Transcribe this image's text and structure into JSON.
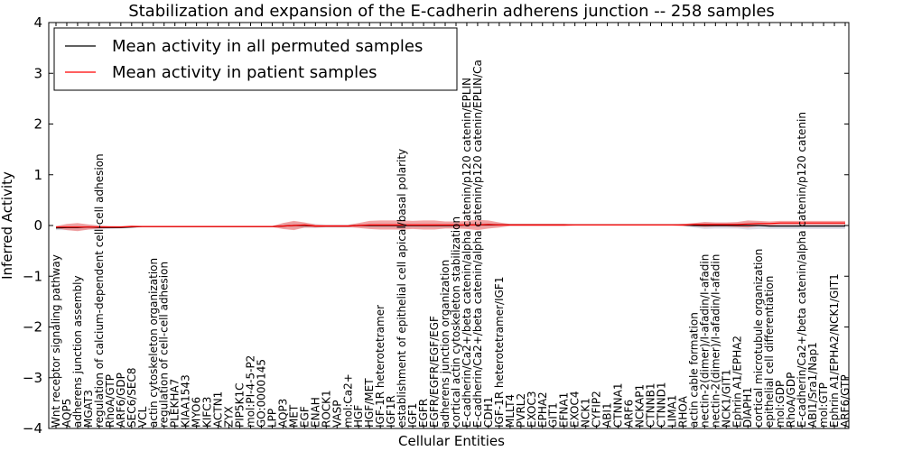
{
  "chart_data": {
    "type": "line",
    "title": "Stabilization and expansion of the E-cadherin adherens junction -- 258 samples",
    "xlabel": "Cellular Entities",
    "ylabel": "Inferred Activity",
    "ylim": [
      -4,
      4
    ],
    "yticks": [
      -4,
      -3,
      -2,
      -1,
      0,
      1,
      2,
      3,
      4
    ],
    "ytick_labels": [
      "−4",
      "−3",
      "−2",
      "−1",
      "0",
      "1",
      "2",
      "3",
      "4"
    ],
    "grid": false,
    "legend_position": "top-left",
    "colors": {
      "permuted": "#000000",
      "patient": "#ff0000",
      "patient_band": "#f08080",
      "permuted_band": "#c8c8d8"
    },
    "categories": [
      "Wnt receptor signaling pathway",
      "AQP5",
      "adherens junction assembly",
      "MGAT3",
      "regulation of calcium-dependent cell-cell adhesion",
      "RhoA/GTP",
      "ARF6/GDP",
      "SEC6/SEC8",
      "VCL",
      "actin cytoskeleton organization",
      "regulation of cell-cell adhesion",
      "PLEKHA7",
      "KIAA1543",
      "MYO6",
      "KIFC3",
      "ACTN1",
      "ZYX",
      "PIP5K1C",
      "mol:PI-4-5-P2",
      "GO:0000145",
      "LPP",
      "AQP3",
      "MET",
      "EGF",
      "ENAH",
      "ROCK1",
      "VASP",
      "mol:Ca2+",
      "HGF",
      "HGF/MET",
      "IGF-1R heterotetramer",
      "IGF1R",
      "establishment of epithelial cell apical/basal polarity",
      "IGF1",
      "EGFR",
      "EGFR/EGFR/EGF/EGF",
      "adherens junction organization",
      "cortical actin cytoskeleton stabilization",
      "E-cadherin/Ca2+/beta catenin/alpha catenin/p120 catenin/EPLIN",
      "E-cadherin/Ca2+/beta catenin/alpha catenin/p120 catenin/EPLIN/Ca",
      "CDH1",
      "IGF-1R heterotetramer/IGF1",
      "MLLT4",
      "PVRL2",
      "EXOC3",
      "EPHA2",
      "GIT1",
      "EFNA1",
      "EXOC4",
      "NCK1",
      "CYFIP2",
      "ABI1",
      "CTNNA1",
      "ARF6",
      "NCKAP1",
      "CTNNB1",
      "CTNND1",
      "LIMA1",
      "RHOA",
      "actin cable formation",
      "nectin-2(dimer)/I-afadin/I-afadin",
      "nectin-2(dimer)/I-afadin/I-afadin",
      "NCK1/GIT1",
      "Ephrin A1/EPHA2",
      "DIAPH1",
      "cortical microtubule organization",
      "epithelial cell differentiation",
      "mol:GDP",
      "RhoA/GDP",
      "E-cadherin/Ca2+/beta catenin/alpha catenin/p120 catenin",
      "ABI1/Sra1/Nap1",
      "mol:GTP",
      "Ephrin A1/EPHA2/NCK1/GIT1",
      "ARF6/GTP"
    ],
    "series": [
      {
        "name": "Mean activity in all permuted samples",
        "values": [
          -0.05,
          -0.04,
          -0.04,
          -0.03,
          -0.04,
          -0.04,
          -0.04,
          -0.03,
          -0.02,
          -0.02,
          -0.02,
          -0.02,
          -0.02,
          -0.02,
          -0.02,
          -0.02,
          -0.02,
          -0.02,
          -0.02,
          -0.02,
          -0.02,
          -0.01,
          0.0,
          0.0,
          -0.01,
          -0.01,
          -0.01,
          -0.01,
          0.0,
          0.0,
          0.0,
          0.0,
          0.0,
          0.0,
          0.0,
          0.0,
          0.0,
          0.0,
          0.01,
          0.01,
          0.01,
          0.01,
          0.01,
          0.01,
          0.01,
          0.01,
          0.01,
          0.01,
          0.01,
          0.01,
          0.01,
          0.01,
          0.01,
          0.01,
          0.01,
          0.01,
          0.01,
          0.01,
          0.01,
          0.0,
          0.0,
          0.0,
          0.0,
          0.0,
          0.0,
          0.0,
          -0.01,
          -0.01,
          -0.01,
          -0.01,
          -0.01,
          -0.01,
          -0.01,
          -0.01
        ]
      },
      {
        "name": "Mean activity in patient samples",
        "values": [
          -0.03,
          -0.03,
          -0.03,
          -0.03,
          -0.03,
          -0.03,
          -0.03,
          -0.02,
          -0.02,
          -0.02,
          -0.02,
          -0.02,
          -0.02,
          -0.02,
          -0.02,
          -0.02,
          -0.02,
          -0.02,
          -0.02,
          -0.02,
          -0.02,
          -0.01,
          0.0,
          0.01,
          -0.01,
          -0.01,
          -0.01,
          -0.01,
          0.0,
          0.01,
          0.01,
          0.01,
          0.01,
          0.01,
          0.01,
          0.01,
          0.01,
          0.01,
          0.01,
          0.01,
          0.02,
          0.01,
          0.01,
          0.01,
          0.01,
          0.01,
          0.01,
          0.01,
          0.01,
          0.01,
          0.01,
          0.01,
          0.01,
          0.01,
          0.01,
          0.01,
          0.01,
          0.01,
          0.01,
          0.02,
          0.02,
          0.02,
          0.02,
          0.02,
          0.03,
          0.04,
          0.04,
          0.05,
          0.05,
          0.05,
          0.05,
          0.05,
          0.05,
          0.05
        ]
      }
    ],
    "patient_band_halfwidth": [
      0.02,
      0.06,
      0.08,
      0.05,
      0.03,
      0.02,
      0.02,
      0.02,
      0.01,
      0.01,
      0.01,
      0.01,
      0.01,
      0.01,
      0.01,
      0.01,
      0.01,
      0.01,
      0.01,
      0.01,
      0.01,
      0.06,
      0.09,
      0.05,
      0.03,
      0.02,
      0.02,
      0.02,
      0.05,
      0.08,
      0.09,
      0.09,
      0.09,
      0.08,
      0.09,
      0.09,
      0.07,
      0.07,
      0.08,
      0.1,
      0.08,
      0.05,
      0.02,
      0.02,
      0.02,
      0.02,
      0.02,
      0.02,
      0.01,
      0.01,
      0.01,
      0.01,
      0.01,
      0.01,
      0.01,
      0.01,
      0.01,
      0.01,
      0.02,
      0.03,
      0.05,
      0.04,
      0.04,
      0.05,
      0.07,
      0.05,
      0.04,
      0.04,
      0.04,
      0.04,
      0.04,
      0.04,
      0.04,
      0.04
    ],
    "permuted_band_halfwidth": [
      0.04,
      0.05,
      0.06,
      0.05,
      0.04,
      0.03,
      0.02,
      0.02,
      0.01,
      0.01,
      0.01,
      0.01,
      0.01,
      0.01,
      0.01,
      0.01,
      0.01,
      0.01,
      0.01,
      0.01,
      0.01,
      0.05,
      0.07,
      0.05,
      0.04,
      0.03,
      0.03,
      0.03,
      0.04,
      0.05,
      0.05,
      0.05,
      0.05,
      0.05,
      0.05,
      0.05,
      0.05,
      0.05,
      0.05,
      0.05,
      0.05,
      0.04,
      0.02,
      0.02,
      0.02,
      0.02,
      0.02,
      0.02,
      0.01,
      0.01,
      0.01,
      0.01,
      0.01,
      0.01,
      0.01,
      0.01,
      0.01,
      0.01,
      0.02,
      0.04,
      0.07,
      0.06,
      0.06,
      0.06,
      0.08,
      0.07,
      0.06,
      0.06,
      0.06,
      0.06,
      0.06,
      0.06,
      0.06,
      0.06
    ]
  }
}
